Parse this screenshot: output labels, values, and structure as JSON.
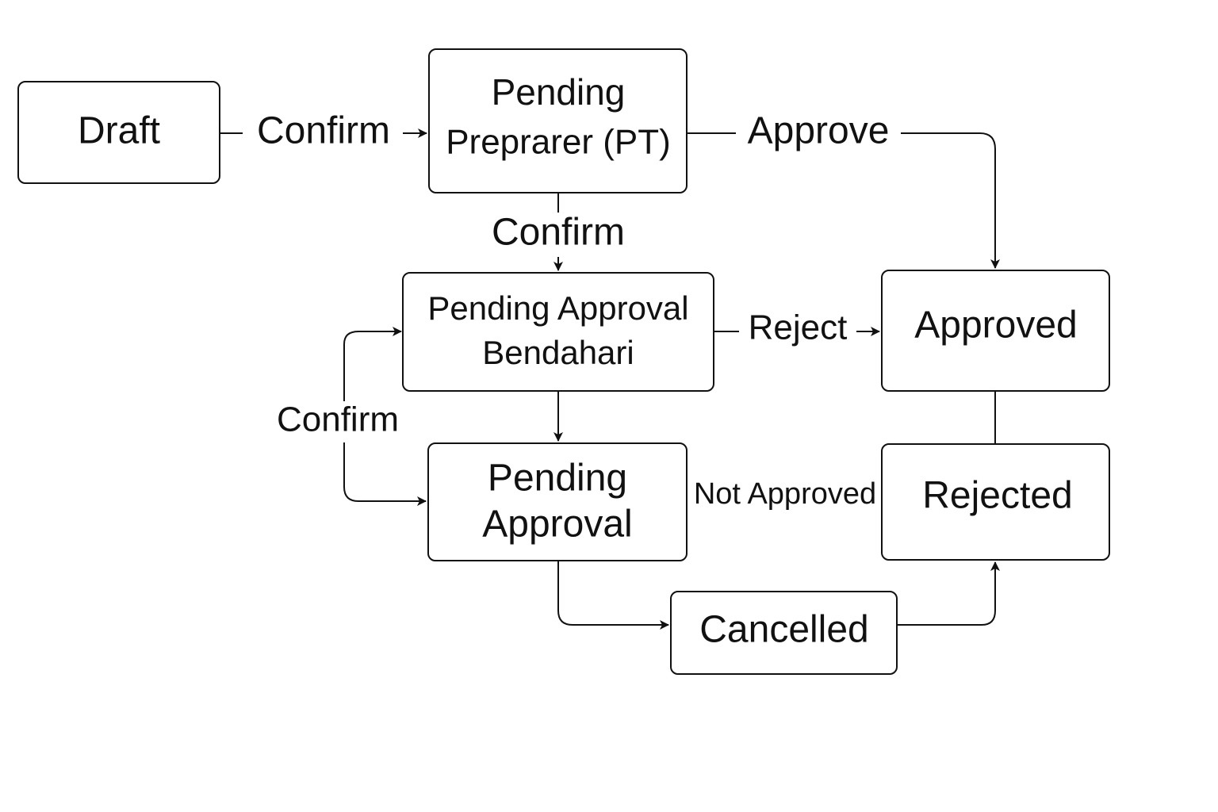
{
  "nodes": {
    "draft": {
      "lines": [
        "Draft"
      ]
    },
    "pending_preparer": {
      "lines": [
        "Pending",
        "Preprarer (PT)"
      ]
    },
    "pending_approval_bendahari": {
      "lines": [
        "Pending Approval",
        "Bendahari"
      ]
    },
    "pending_approval": {
      "lines": [
        "Pending",
        "Approval"
      ]
    },
    "approved": {
      "lines": [
        "Approved"
      ]
    },
    "rejected": {
      "lines": [
        "Rejected"
      ]
    },
    "cancelled": {
      "lines": [
        "Cancelled"
      ]
    }
  },
  "edges": {
    "draft_to_preparer": "Confirm",
    "preparer_to_approved": "Approve",
    "preparer_to_bendahari": "Confirm",
    "bendahari_to_approved": "Reject",
    "loop_confirm": "Confirm",
    "not_approved": "Not Approved"
  }
}
